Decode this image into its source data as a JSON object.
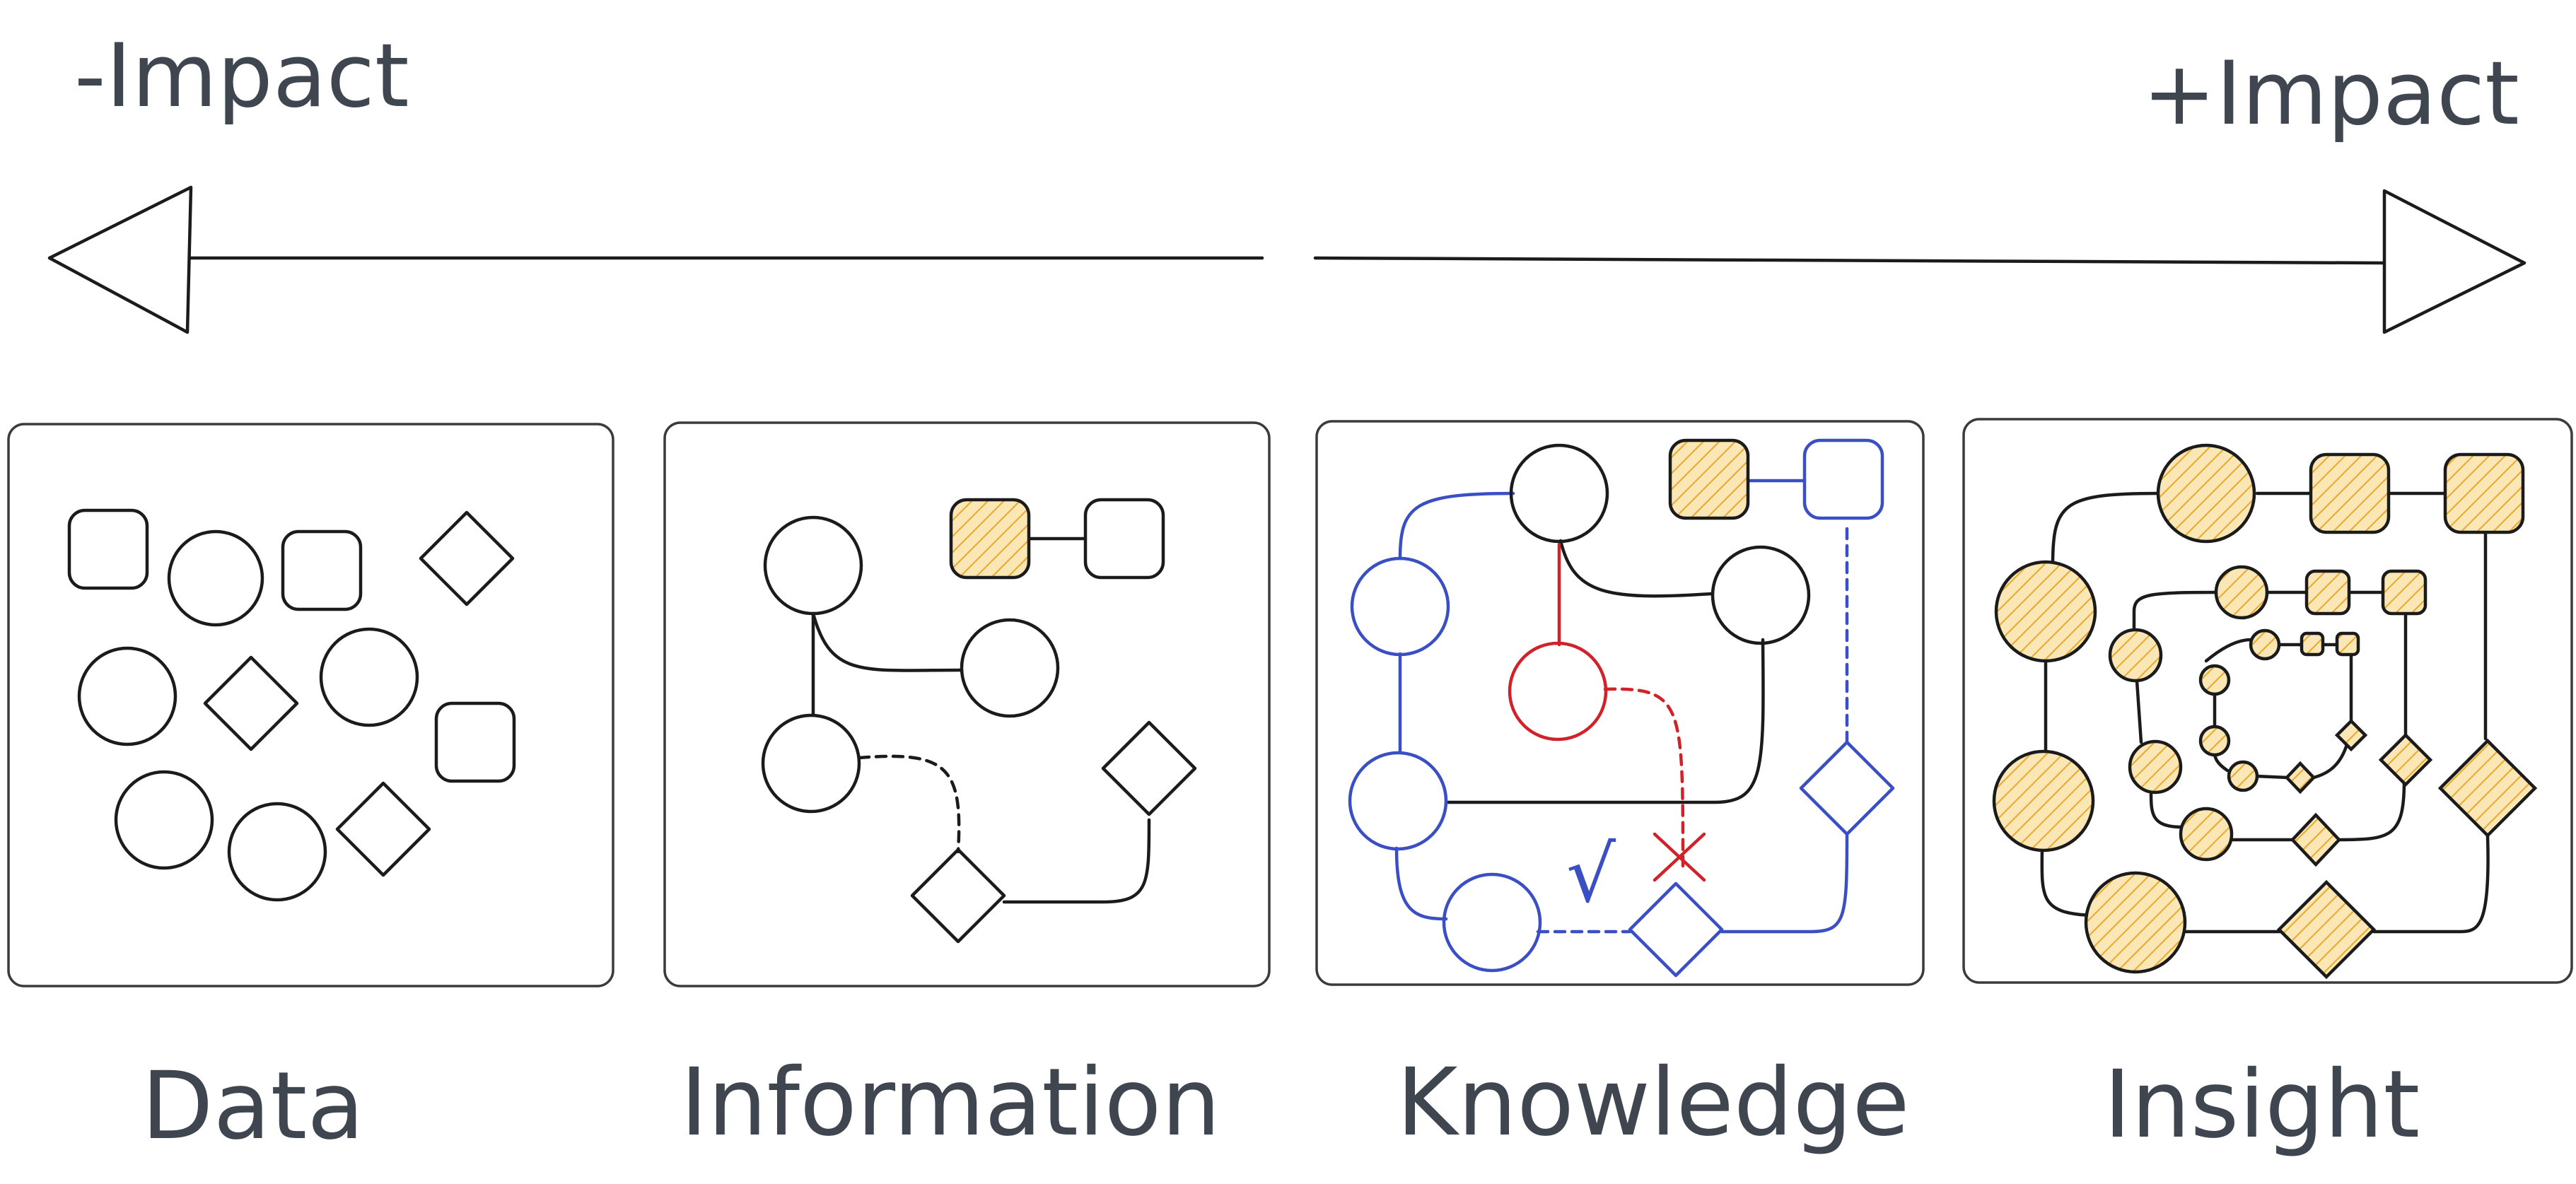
{
  "axis": {
    "left_label": "-Impact",
    "right_label": "+Impact"
  },
  "stages": [
    {
      "label": "Data"
    },
    {
      "label": "Information"
    },
    {
      "label": "Knowledge"
    },
    {
      "label": "Insight"
    }
  ],
  "marks": {
    "check": "√"
  },
  "colors": {
    "ink": "#1b1b1b",
    "text": "#3f4650",
    "blue": "#3b4fc4",
    "red": "#d1222a",
    "hatch": "#e8a92a",
    "hatch_bg": "#fbe7b6"
  }
}
